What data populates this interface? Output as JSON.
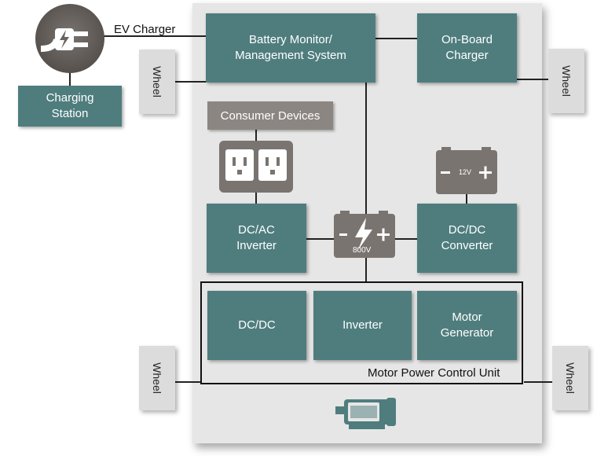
{
  "labels": {
    "ev_charger": "EV Charger",
    "charging_station": "Charging\nStation",
    "battery_monitor": "Battery Monitor/\nManagement System",
    "on_board_charger": "On-Board\nCharger",
    "consumer_devices": "Consumer Devices",
    "dc_ac_inverter": "DC/AC\nInverter",
    "dc_dc_converter": "DC/DC\nConverter",
    "battery_800v": "800V",
    "battery_12v": "12V",
    "dc_dc": "DC/DC",
    "inverter": "Inverter",
    "motor_generator": "Motor\nGenerator",
    "mpcu": "Motor Power Control Unit",
    "wheel": "Wheel"
  },
  "colors": {
    "teal": "#4f7d7e",
    "grey": "#8c8682",
    "panel": "#e6e6e6"
  }
}
